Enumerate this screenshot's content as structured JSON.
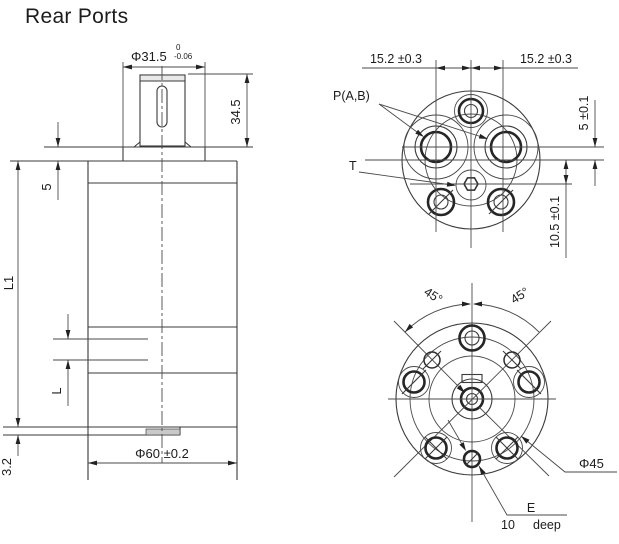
{
  "title": "Rear Ports",
  "side_view": {
    "shaft_diameter": "Φ31.5",
    "shaft_tol_upper": "0",
    "shaft_tol_lower": "-0.06",
    "shaft_length": "34.5",
    "pilot_height": "5",
    "body_length": "L1",
    "port_band": "L",
    "plate_thickness": "3.2",
    "body_diameter": "Φ60 ±0.2"
  },
  "port_face_view": {
    "port_spacing_left": "15.2 ±0.3",
    "port_spacing_right": "15.2 ±0.3",
    "ports_label": "P(A,B)",
    "tank_label": "T",
    "port_offset": "5 ±0.1",
    "tank_offset": "10.5 ±0.1"
  },
  "mounting_face_view": {
    "angle_left": "45°",
    "angle_right": "45°",
    "bolt_circle": "Φ45",
    "port_e_label": "E",
    "port_e_depth_num": "10",
    "port_e_depth_word": "deep"
  },
  "colors": {
    "line": "#2b2b2b",
    "background": "#ffffff"
  }
}
